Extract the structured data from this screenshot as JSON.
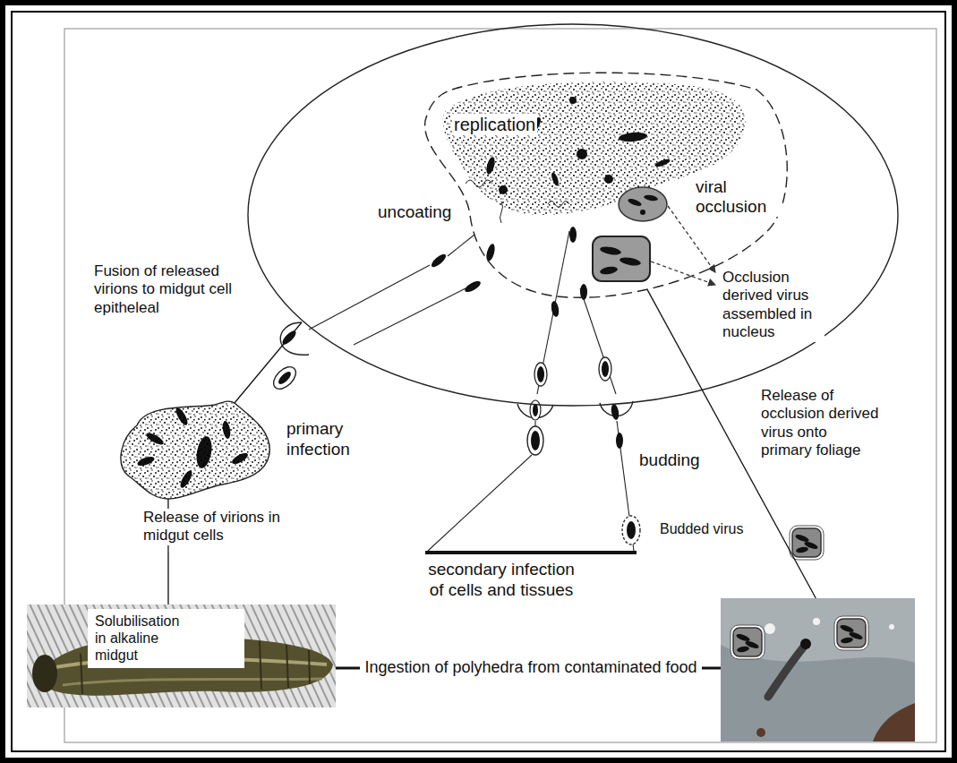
{
  "diagram": {
    "nodes": [
      {
        "text": [
          "Solubilisation in alkaline midgut"
        ]
      },
      {
        "text": [
          "Release of occlusion derived virus onto primary foliage"
        ]
      },
      {
        "text": [
          "primary infection"
        ]
      },
      {
        "text": [
          "uncoating"
        ]
      },
      {
        "text": [
          "replication",
          "viral occlusion"
        ],
        "in": 3
      }
    ],
    "edges": [
      {
        "from": 0,
        "to": 2,
        "arrow": "none",
        "label": "Release of virions in midgut cells"
      },
      {
        "from": 2,
        "to": 3,
        "arrow": "none",
        "label": "Fusion of released virions to midgut cell epitheleal"
      },
      {
        "from": 4,
        "to": 1,
        "arrow": "none"
      },
      {
        "from": 1,
        "to": 0,
        "arrow": "none",
        "label": "Ingestion of polyhedra from contaminated food"
      }
    ],
    "labels": [
      "Occlusion derived virus assembled in nucleus",
      "budding",
      "Budded virus",
      "secondary infection of cells and tissues"
    ]
  }
}
